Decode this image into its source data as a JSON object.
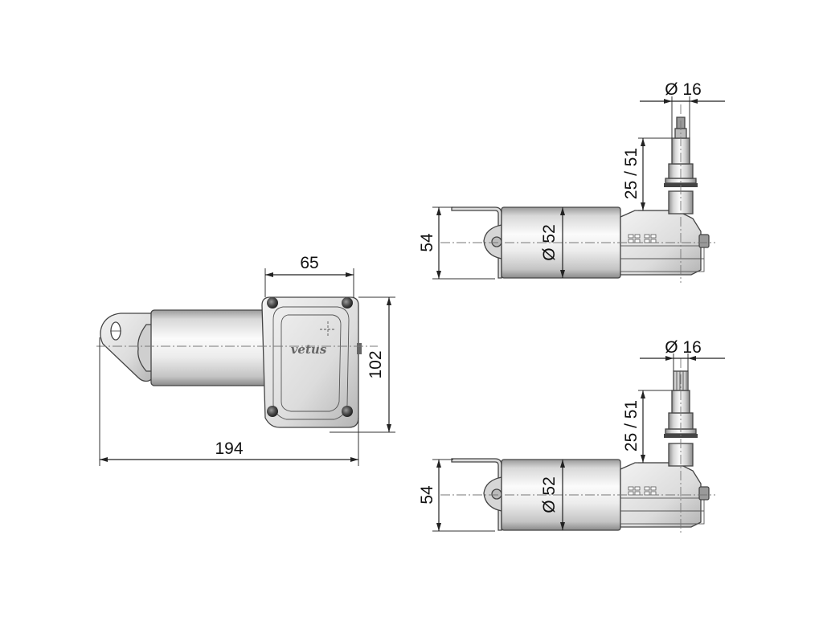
{
  "brand": {
    "logo_text": "vetus"
  },
  "side_view": {
    "dim_length": "194",
    "dim_gearbox_width": "65",
    "dim_height": "102"
  },
  "top_view": {
    "dim_shaft_diameter": "Ø 16",
    "dim_shaft_length": "25 / 51",
    "dim_body_diameter": "Ø 52",
    "dim_mount_height": "54"
  },
  "bottom_view": {
    "dim_shaft_diameter": "Ø 16",
    "dim_shaft_length": "25 / 51",
    "dim_body_diameter": "Ø 52",
    "dim_mount_height": "54"
  },
  "colors": {
    "body_light": "#f4f4f4",
    "body_mid": "#cfcfcf",
    "body_dark": "#8c8c8c",
    "line": "#222222"
  }
}
